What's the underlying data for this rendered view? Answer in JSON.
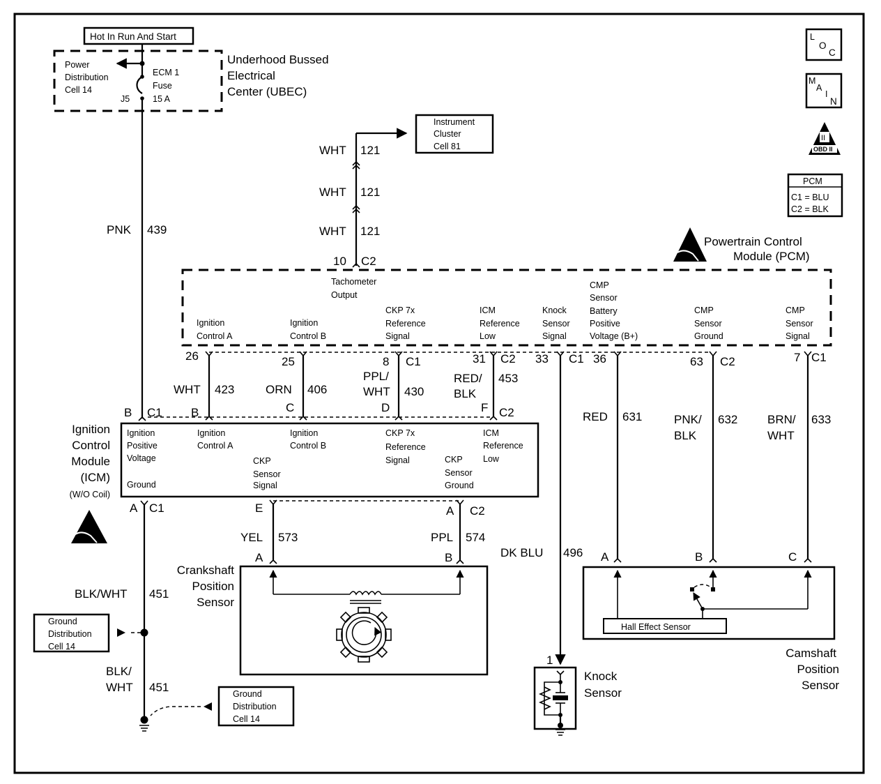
{
  "diagram": {
    "frame_label": "",
    "hot_label": "Hot In Run And Start",
    "ubec": {
      "title": [
        "Underhood Bussed",
        "Electrical",
        "Center (UBEC)"
      ],
      "power_dist": [
        "Power",
        "Distribution",
        "Cell 14"
      ],
      "fuse": [
        "ECM 1",
        "Fuse",
        "15 A"
      ],
      "connector": "J5"
    },
    "icons": {
      "loc": [
        "L",
        "O",
        "C"
      ],
      "main": [
        "M",
        "A",
        "I",
        "N"
      ],
      "obd": {
        "numeral": "II",
        "label": "OBD II"
      }
    },
    "pcm_key": {
      "title": "PCM",
      "rows": [
        "C1 = BLU",
        "C2 = BLK"
      ]
    },
    "instrument_cluster": [
      "Instrument",
      "Cluster",
      "Cell 81"
    ],
    "tach_wires": [
      {
        "color": "WHT",
        "circuit": "121"
      },
      {
        "color": "WHT",
        "circuit": "121"
      },
      {
        "color": "WHT",
        "circuit": "121"
      }
    ],
    "tach_pin": {
      "pin": "10",
      "conn": "C2"
    },
    "pcm": {
      "title": [
        "Powertrain Control",
        "Module (PCM)"
      ],
      "terminals": [
        {
          "label": [
            "Tachometer",
            "Output"
          ]
        },
        {
          "label": [
            "Ignition",
            "Control A"
          ]
        },
        {
          "label": [
            "Ignition",
            "Control B"
          ]
        },
        {
          "label": [
            "CKP 7x",
            "Reference",
            "Signal"
          ]
        },
        {
          "label": [
            "ICM",
            "Reference",
            "Low"
          ]
        },
        {
          "label": [
            "Knock",
            "Sensor",
            "Signal"
          ]
        },
        {
          "label": [
            "CMP",
            "Sensor",
            "Battery",
            "Positive",
            "Voltage (B+)"
          ]
        },
        {
          "label": [
            "CMP",
            "Sensor",
            "Ground"
          ]
        },
        {
          "label": [
            "CMP",
            "Sensor",
            "Signal"
          ]
        }
      ],
      "pins": [
        {
          "pin": "26",
          "conn": ""
        },
        {
          "pin": "25",
          "conn": ""
        },
        {
          "pin": "8",
          "conn": "C1"
        },
        {
          "pin": "31",
          "conn": "C2"
        },
        {
          "pin": "33",
          "conn": "C1"
        },
        {
          "pin": "36",
          "conn": ""
        },
        {
          "pin": "63",
          "conn": "C2"
        },
        {
          "pin": "7",
          "conn": "C1"
        }
      ]
    },
    "wires_upper": [
      {
        "color": "PNK",
        "circuit": "439"
      },
      {
        "color": "WHT",
        "circuit": "423"
      },
      {
        "color": "ORN",
        "circuit": "406"
      },
      {
        "color": [
          "PPL/",
          "WHT"
        ],
        "circuit": "430"
      },
      {
        "color": [
          "RED/",
          "BLK"
        ],
        "circuit": "453"
      },
      {
        "color": "DK BLU",
        "circuit": "496"
      },
      {
        "color": "RED",
        "circuit": "631"
      },
      {
        "color": [
          "PNK/",
          "BLK"
        ],
        "circuit": "632"
      },
      {
        "color": [
          "BRN/",
          "WHT"
        ],
        "circuit": "633"
      }
    ],
    "icm_pins_top": [
      {
        "pin": "B",
        "conn": "C1"
      },
      {
        "pin": "B",
        "conn": ""
      },
      {
        "pin": "C",
        "conn": ""
      },
      {
        "pin": "D",
        "conn": ""
      },
      {
        "pin": "F",
        "conn": "C2"
      }
    ],
    "icm": {
      "title": [
        "Ignition",
        "Control",
        "Module",
        "(ICM)",
        "(W/O Coil)"
      ],
      "terminals": [
        {
          "label": [
            "Ignition",
            "Positive",
            "Voltage"
          ]
        },
        {
          "label": [
            "Ground"
          ]
        },
        {
          "label": [
            "Ignition",
            "Control A"
          ]
        },
        {
          "label": [
            "CKP",
            "Sensor",
            "Signal"
          ]
        },
        {
          "label": [
            "Ignition",
            "Control B"
          ]
        },
        {
          "label": [
            "CKP 7x",
            "Reference",
            "Signal"
          ]
        },
        {
          "label": [
            "CKP",
            "Sensor",
            "Ground"
          ]
        },
        {
          "label": [
            "ICM",
            "Reference",
            "Low"
          ]
        }
      ],
      "pins_bottom": [
        {
          "pin": "A",
          "conn": "C1"
        },
        {
          "pin": "E",
          "conn": ""
        },
        {
          "pin": "A",
          "conn": "C2"
        }
      ]
    },
    "ground_wires": [
      {
        "color": "BLK/WHT",
        "circuit": "451"
      },
      {
        "color": [
          "BLK/",
          "WHT"
        ],
        "circuit": "451"
      }
    ],
    "ground_dist": [
      [
        "Ground",
        "Distribution",
        "Cell 14"
      ],
      [
        "Ground",
        "Distribution",
        "Cell 14"
      ]
    ],
    "ckp_wires": [
      {
        "color": "YEL",
        "circuit": "573",
        "pin": "A"
      },
      {
        "color": "PPL",
        "circuit": "574",
        "pin": "B"
      }
    ],
    "ckp_sensor": {
      "title": [
        "Crankshaft",
        "Position",
        "Sensor"
      ]
    },
    "knock_sensor": {
      "title": [
        "Knock",
        "Sensor"
      ],
      "pin": "1"
    },
    "cmp_sensor": {
      "title": [
        "Camshaft",
        "Position",
        "Sensor"
      ],
      "pins": [
        "A",
        "B",
        "C"
      ],
      "element": "Hall Effect Sensor"
    }
  }
}
